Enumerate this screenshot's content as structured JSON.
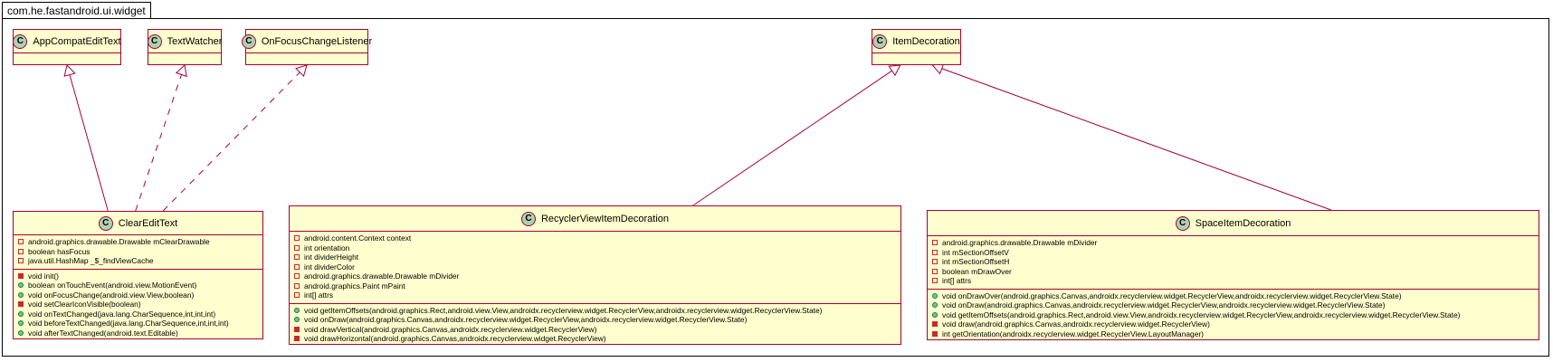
{
  "package": {
    "name": "com.he.fastandroid.ui.widget"
  },
  "colors": {
    "class_fill": "#fefece",
    "class_border": "#a80036",
    "edge": "#a80036",
    "icon_fill": "#add1b2"
  },
  "classes": {
    "AppCompatEditText": {
      "name": "AppCompatEditText",
      "stereotype_icon": "C"
    },
    "TextWatcher": {
      "name": "TextWatcher",
      "stereotype_icon": "C"
    },
    "OnFocusChangeListener": {
      "name": "OnFocusChangeListener",
      "stereotype_icon": "C"
    },
    "ItemDecoration": {
      "name": "ItemDecoration",
      "stereotype_icon": "C"
    },
    "ClearEditText": {
      "name": "ClearEditText",
      "stereotype_icon": "C",
      "fields": [
        {
          "vis": "private",
          "text": "android.graphics.drawable.Drawable mClearDrawable"
        },
        {
          "vis": "private",
          "text": "boolean hasFocus"
        },
        {
          "vis": "private",
          "text": "java.util.HashMap _$_findViewCache"
        }
      ],
      "methods": [
        {
          "vis": "private",
          "text": "void init()"
        },
        {
          "vis": "public",
          "text": "boolean onTouchEvent(android.view.MotionEvent)"
        },
        {
          "vis": "public",
          "text": "void onFocusChange(android.view.View,boolean)"
        },
        {
          "vis": "private",
          "text": "void setClearIconVisible(boolean)"
        },
        {
          "vis": "public",
          "text": "void onTextChanged(java.lang.CharSequence,int,int,int)"
        },
        {
          "vis": "public",
          "text": "void beforeTextChanged(java.lang.CharSequence,int,int,int)"
        },
        {
          "vis": "public",
          "text": "void afterTextChanged(android.text.Editable)"
        }
      ]
    },
    "RecyclerViewItemDecoration": {
      "name": "RecyclerViewItemDecoration",
      "stereotype_icon": "C",
      "fields": [
        {
          "vis": "private",
          "text": "android.content.Context context"
        },
        {
          "vis": "private",
          "text": "int orientation"
        },
        {
          "vis": "private",
          "text": "int dividerHeight"
        },
        {
          "vis": "private",
          "text": "int dividerColor"
        },
        {
          "vis": "private",
          "text": "android.graphics.drawable.Drawable mDivider"
        },
        {
          "vis": "private",
          "text": "android.graphics.Paint mPaint"
        },
        {
          "vis": "private",
          "text": "int[] attrs"
        }
      ],
      "methods": [
        {
          "vis": "public",
          "text": "void getItemOffsets(android.graphics.Rect,android.view.View,androidx.recyclerview.widget.RecyclerView,androidx.recyclerview.widget.RecyclerView.State)"
        },
        {
          "vis": "public",
          "text": "void onDraw(android.graphics.Canvas,androidx.recyclerview.widget.RecyclerView,androidx.recyclerview.widget.RecyclerView.State)"
        },
        {
          "vis": "private",
          "text": "void drawVertical(android.graphics.Canvas,androidx.recyclerview.widget.RecyclerView)"
        },
        {
          "vis": "private",
          "text": "void drawHorizontal(android.graphics.Canvas,androidx.recyclerview.widget.RecyclerView)"
        }
      ]
    },
    "SpaceItemDecoration": {
      "name": "SpaceItemDecoration",
      "stereotype_icon": "C",
      "fields": [
        {
          "vis": "private",
          "text": "android.graphics.drawable.Drawable mDivider"
        },
        {
          "vis": "private",
          "text": "int mSectionOffsetV"
        },
        {
          "vis": "private",
          "text": "int mSectionOffsetH"
        },
        {
          "vis": "private",
          "text": "boolean mDrawOver"
        },
        {
          "vis": "private",
          "text": "int[] attrs"
        }
      ],
      "methods": [
        {
          "vis": "public",
          "text": "void onDrawOver(android.graphics.Canvas,androidx.recyclerview.widget.RecyclerView,androidx.recyclerview.widget.RecyclerView.State)"
        },
        {
          "vis": "public",
          "text": "void onDraw(android.graphics.Canvas,androidx.recyclerview.widget.RecyclerView,androidx.recyclerview.widget.RecyclerView.State)"
        },
        {
          "vis": "public",
          "text": "void getItemOffsets(android.graphics.Rect,android.view.View,androidx.recyclerview.widget.RecyclerView,androidx.recyclerview.widget.RecyclerView.State)"
        },
        {
          "vis": "private",
          "text": "void draw(android.graphics.Canvas,androidx.recyclerview.widget.RecyclerView)"
        },
        {
          "vis": "private",
          "text": "int getOrientation(androidx.recyclerview.widget.RecyclerView.LayoutManager)"
        }
      ]
    }
  },
  "relations": [
    {
      "from": "ClearEditText",
      "to": "AppCompatEditText",
      "kind": "extends"
    },
    {
      "from": "ClearEditText",
      "to": "TextWatcher",
      "kind": "implements"
    },
    {
      "from": "ClearEditText",
      "to": "OnFocusChangeListener",
      "kind": "implements"
    },
    {
      "from": "RecyclerViewItemDecoration",
      "to": "ItemDecoration",
      "kind": "extends"
    },
    {
      "from": "SpaceItemDecoration",
      "to": "ItemDecoration",
      "kind": "extends"
    }
  ]
}
